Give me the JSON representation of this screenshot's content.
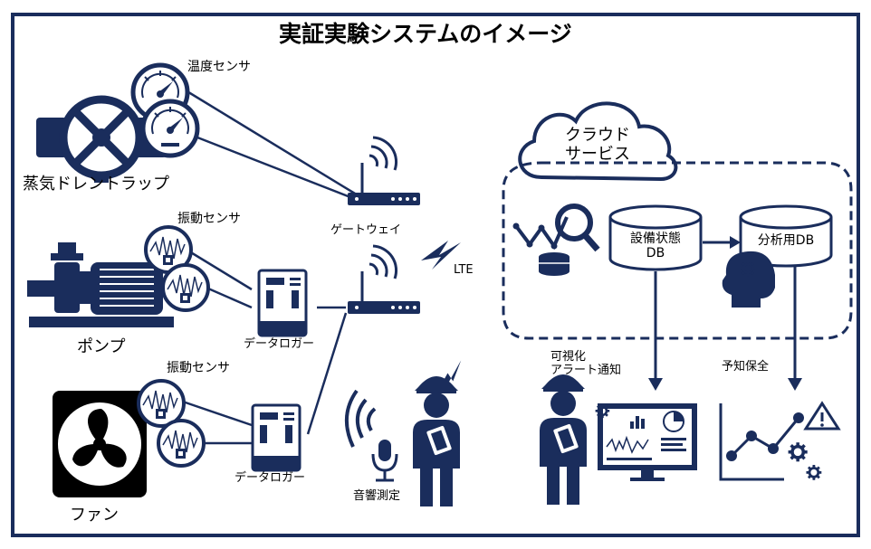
{
  "title": "実証実験システムのイメージ",
  "devices": {
    "steam_trap": "蒸気ドレントラップ",
    "pump": "ポンプ",
    "fan": "ファン"
  },
  "sensors": {
    "temperature": "温度センサ",
    "vibration_pump": "振動センサ",
    "vibration_fan": "振動センサ"
  },
  "network": {
    "gateway": "ゲートウェイ",
    "logger_pump": "データロガー",
    "logger_fan": "データロガー",
    "lte": "LTE"
  },
  "cloud": {
    "label_line1": "クラウド",
    "label_line2": "サービス",
    "equipment_db_line1": "設備状態",
    "equipment_db_line2": "DB",
    "analysis_db": "分析用DB"
  },
  "outputs": {
    "visualization_line1": "可視化",
    "visualization_line2": "アラート通知",
    "predictive_maintenance": "予知保全",
    "acoustic_measurement": "音響測定"
  },
  "colors": {
    "navy": "#1a2d5c",
    "text": "#000000",
    "background": "#ffffff"
  }
}
